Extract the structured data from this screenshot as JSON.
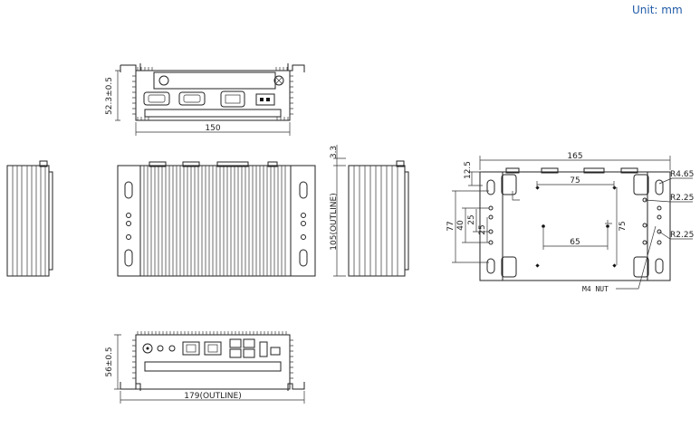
{
  "unit_label": "Unit: mm",
  "dims": {
    "front_height": "52.3±0.5",
    "front_width": "150",
    "rear_height": "56±0.5",
    "rear_width": "179(OUTLINE)",
    "side_height": "105(OUTLINE)",
    "side_top": "3.3",
    "bottom_width": "165",
    "bottom_top_offset": "12.5",
    "bottom_hole_w": "75",
    "bottom_hole_h": "75",
    "bottom_inner_w": "65",
    "bottom_left_77": "77",
    "bottom_left_40": "40",
    "bottom_left_25": "25",
    "bottom_left_25b": "25",
    "r1": "R4.65",
    "r2": "R2.25",
    "r3": "R2.25",
    "nut": "M4 NUT"
  }
}
